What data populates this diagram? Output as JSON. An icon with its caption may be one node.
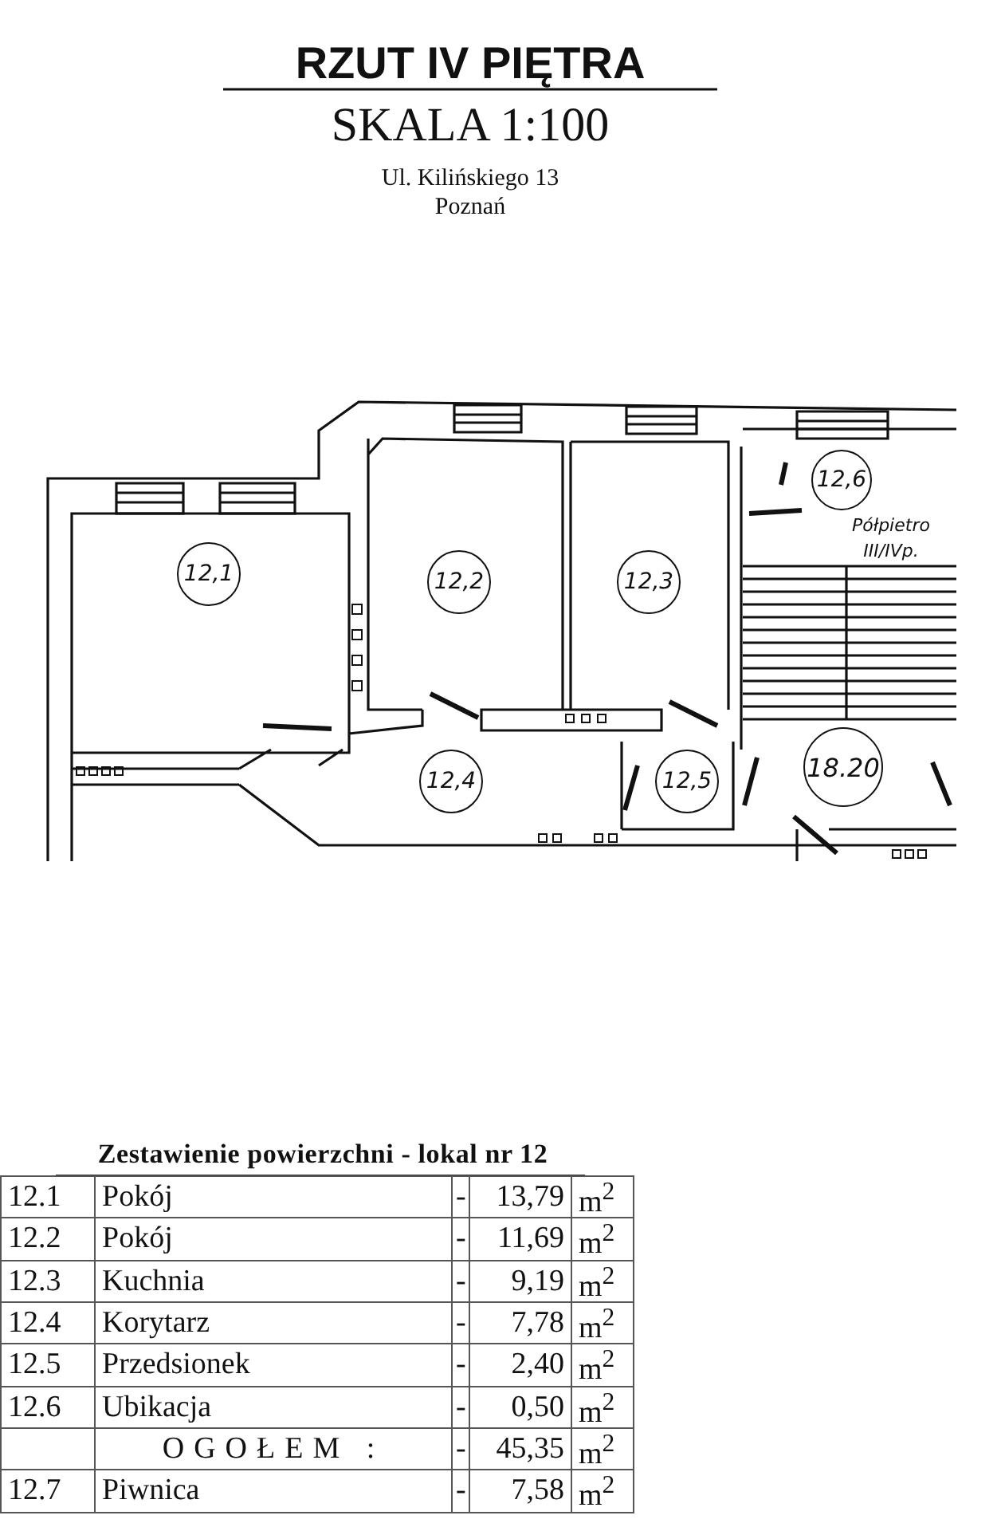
{
  "diagram": {
    "title": "RZUT IV PIĘTRA",
    "nodes": [
      {
        "text": [
          "12,1"
        ]
      },
      {
        "text": [
          "12,2"
        ]
      },
      {
        "text": [
          "12,3"
        ]
      },
      {
        "text": [
          "12,4"
        ]
      },
      {
        "text": [
          "12,5"
        ]
      },
      {
        "text": [
          "12,6"
        ]
      },
      {
        "text": [
          "18.20"
        ]
      }
    ],
    "edges": [],
    "labels": [
      "SKALA 1:100",
      "Ul. Kilińskiego 13",
      "Poznań",
      "Półpietro III/IVp.",
      "Zestawienie powierzchni - lokal nr 12",
      "12.1",
      "Pokój",
      "-",
      "13,79",
      "m$^{2}$",
      "12.2",
      "Pokój",
      "-",
      "11,69",
      "m$^{2}$",
      "12.3",
      "Kuchnia",
      "-",
      "9,19",
      "m$^{2}$",
      "12.4",
      "Korytarz",
      "-",
      "7,78",
      "m$^{2}$",
      "12.5",
      "Przedsionek",
      "-",
      "2,40",
      "m$^{2}$",
      "12.6",
      "Ubikacja",
      "-",
      "0,50",
      "m$^{2}$",
      "OGOŁEM :",
      "-",
      "45,35",
      "m$^{2}$",
      "12.7",
      "Piwnica",
      "-",
      "7,58",
      "m$^{2}$"
    ]
  }
}
